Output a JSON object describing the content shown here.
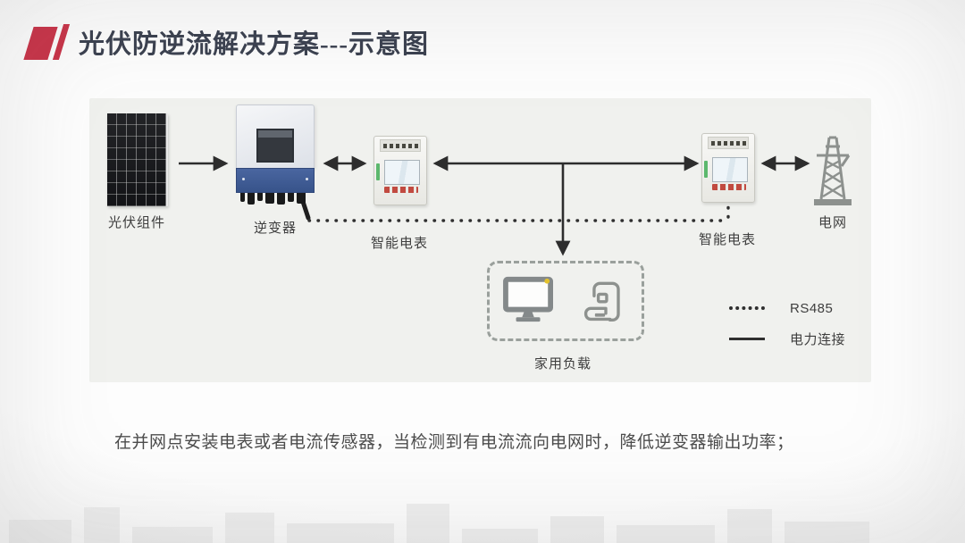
{
  "slide": {
    "title": "光伏防逆流解决方案---示意图",
    "note": "在并网点安装电表或者电流传感器，当检测到有电流流向电网时，降低逆变器输出功率；"
  },
  "diagram": {
    "nodes": {
      "pv": {
        "label": "光伏组件",
        "icon": "solar-panel-icon"
      },
      "inverter": {
        "label": "逆变器",
        "icon": "inverter-icon"
      },
      "meter_left": {
        "label": "智能电表",
        "icon": "smart-meter-icon"
      },
      "load": {
        "label": "家用负载",
        "icon": "monitor-icon + coffee-machine-icon"
      },
      "meter_right": {
        "label": "智能电表",
        "icon": "smart-meter-icon"
      },
      "grid": {
        "label": "电网",
        "icon": "transmission-tower-icon"
      }
    },
    "connections": [
      {
        "from": "pv",
        "to": "inverter",
        "type": "power",
        "arrows": "right"
      },
      {
        "from": "inverter",
        "to": "meter_left",
        "type": "power",
        "arrows": "both"
      },
      {
        "from": "meter_left",
        "to": "meter_right",
        "type": "power",
        "arrows": "both"
      },
      {
        "from": "power-bus",
        "to": "load",
        "type": "power",
        "arrows": "down"
      },
      {
        "from": "meter_right",
        "to": "grid",
        "type": "power",
        "arrows": "both"
      },
      {
        "from": "inverter",
        "to": "meter_right",
        "type": "rs485",
        "arrows": "none"
      }
    ],
    "legend": [
      {
        "line": "dotted",
        "label": "RS485"
      },
      {
        "line": "solid",
        "label": "电力连接"
      }
    ]
  },
  "colors": {
    "accent_red": "#c93449",
    "title_text": "#3b4150",
    "panel_bg": "#f0f1ee",
    "wire": "#2d2d2d",
    "inverter_blue": "#3d5a92",
    "device_gray": "#8d918e",
    "meter_green": "#5cb86d"
  }
}
